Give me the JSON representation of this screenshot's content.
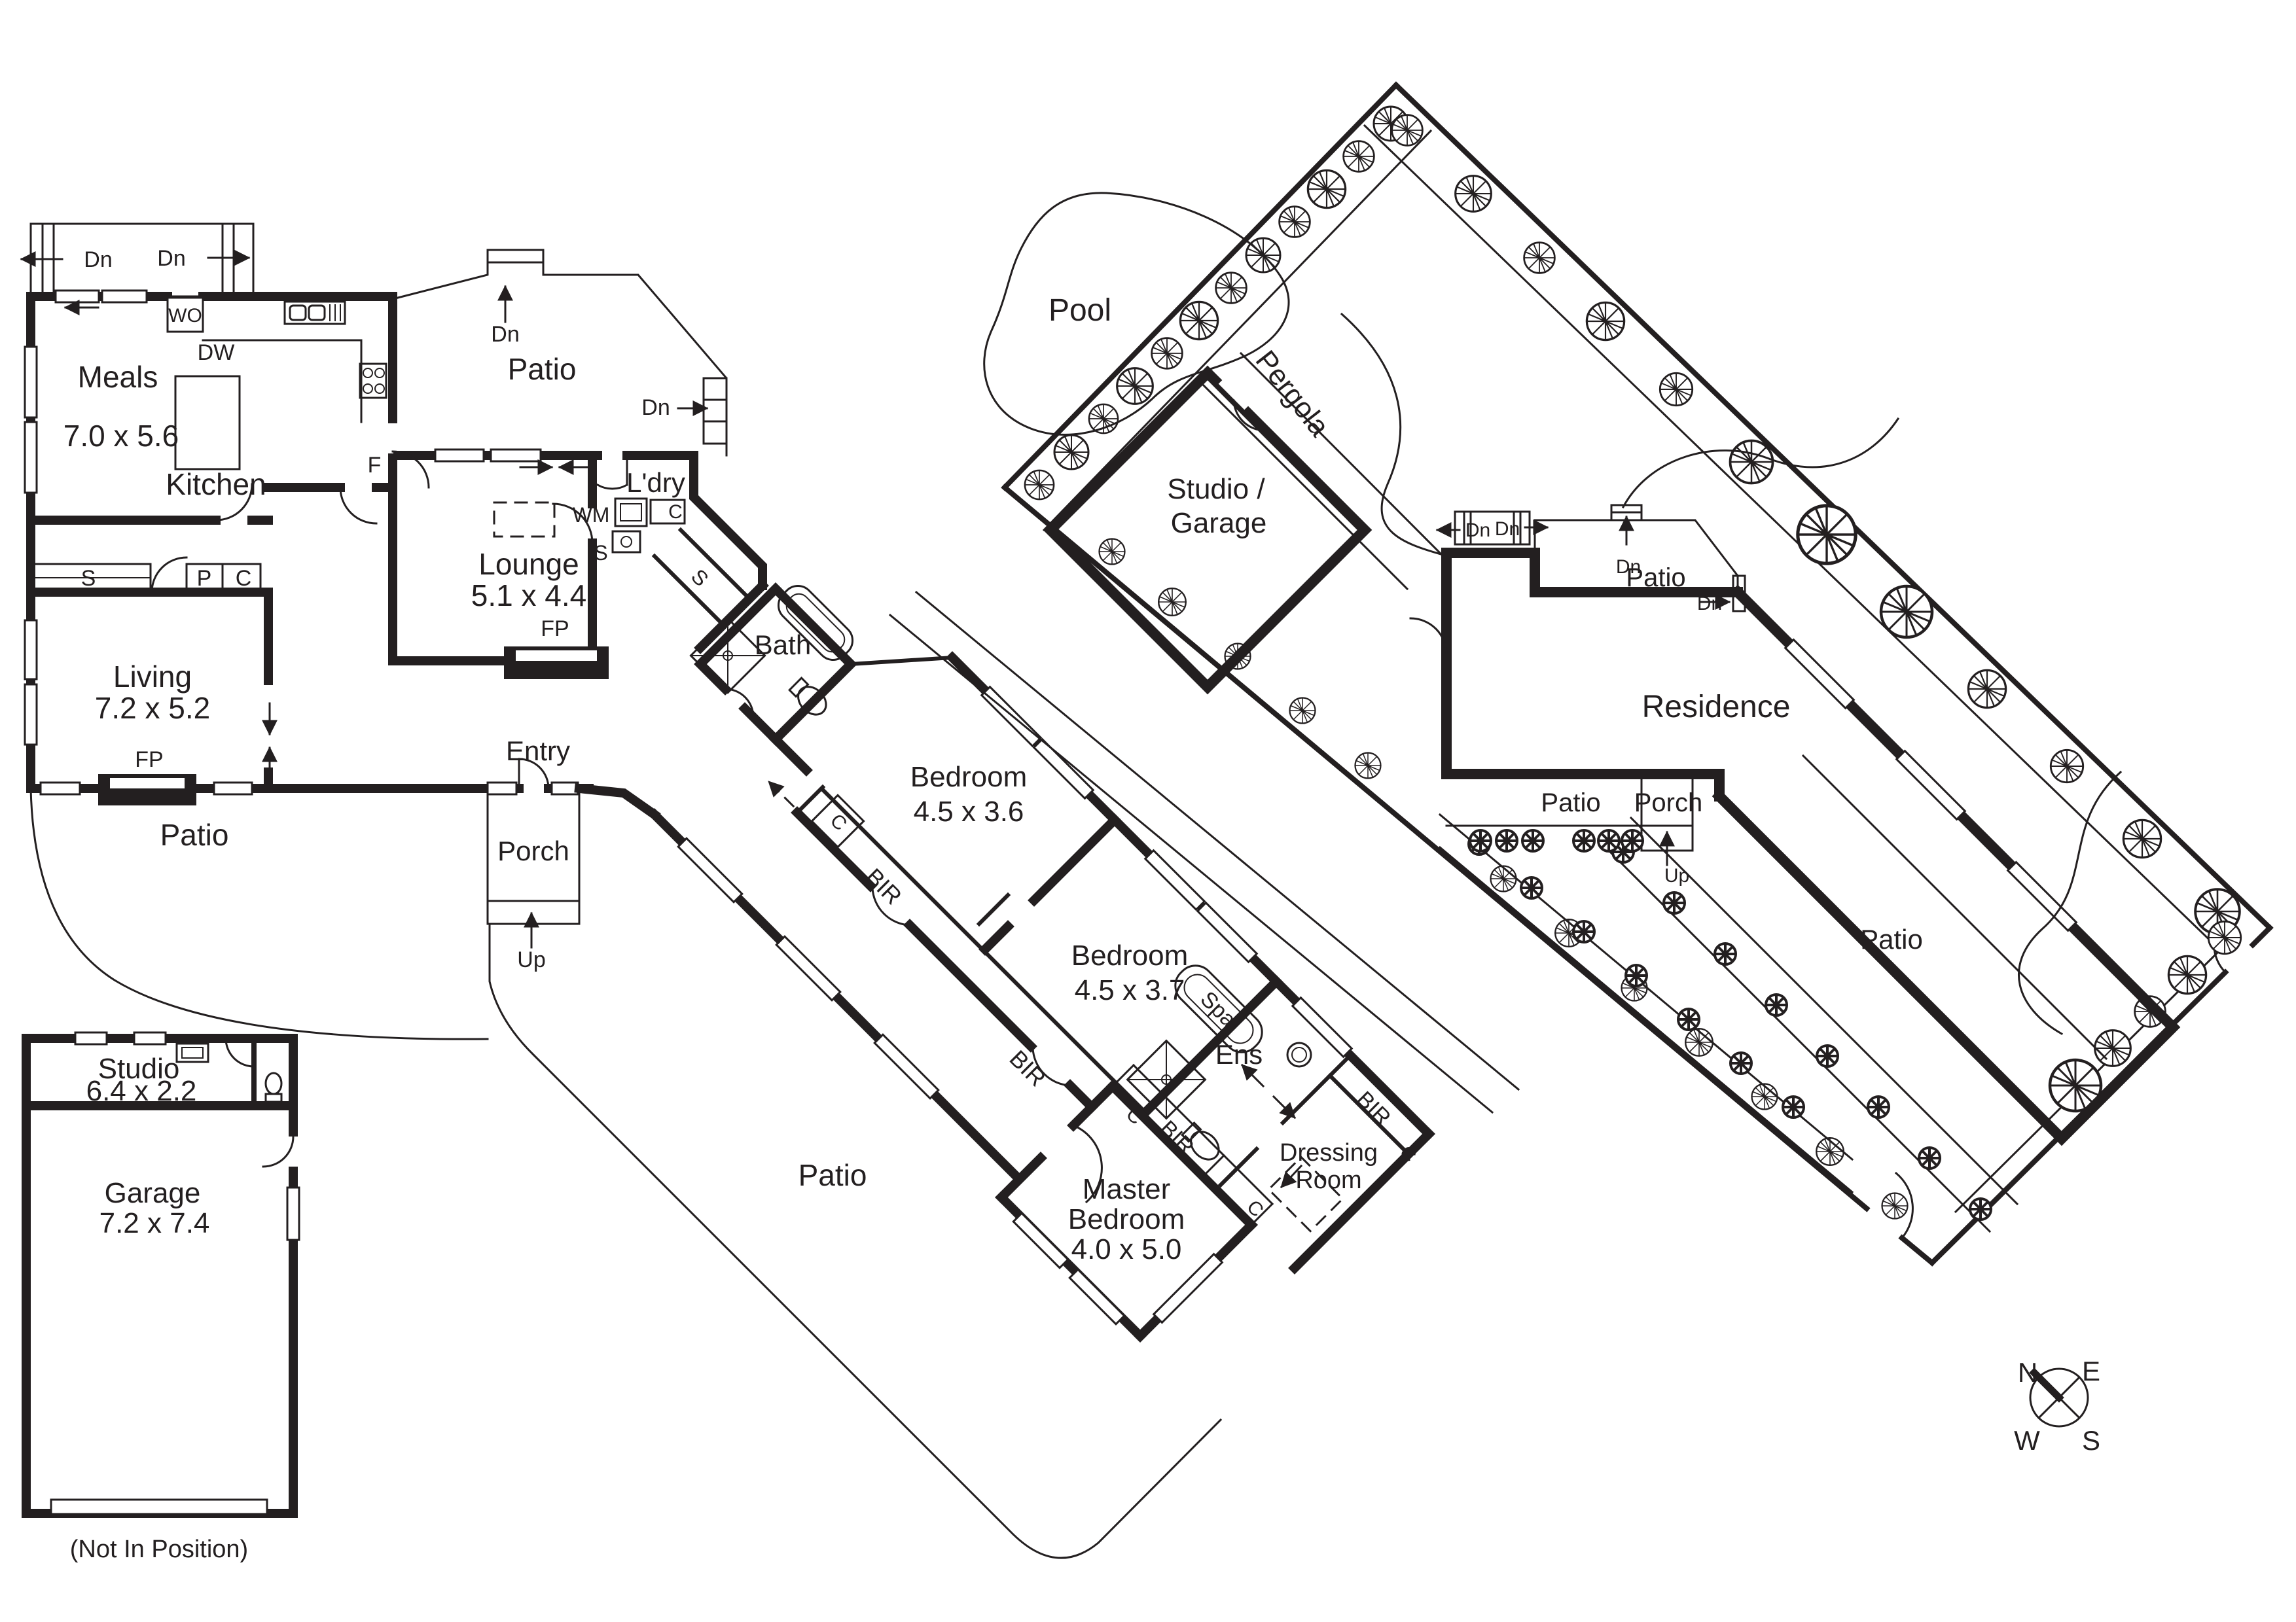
{
  "doc": {
    "type": "floorplan-site-plan"
  },
  "colors": {
    "ink": "#231f20",
    "paper": "#ffffff"
  },
  "terms": {
    "dn": "Dn",
    "up": "Up",
    "fp": "FP",
    "s": "S",
    "p": "P",
    "c": "C",
    "wm": "WM",
    "wo": "WO",
    "dw": "DW",
    "f": "F",
    "bir": "BIR",
    "spa": "Spa"
  },
  "main_floor": {
    "meals": {
      "name": "Meals",
      "dims": "7.0  x 5.6"
    },
    "kitchen": {
      "name": "Kitchen"
    },
    "lounge": {
      "name": "Lounge",
      "dims": "5.1 x 4.4"
    },
    "living": {
      "name": "Living",
      "dims": "7.2 x 5.2"
    },
    "entry": {
      "name": "Entry"
    },
    "porch": {
      "name": "Porch"
    },
    "laundry": {
      "name": "L'dry"
    },
    "bath": {
      "name": "Bath"
    },
    "bedroom1": {
      "name": "Bedroom",
      "dims": "4.5 x 3.6"
    },
    "bedroom2": {
      "name": "Bedroom",
      "dims": "4.5 x 3.7"
    },
    "ensuite": {
      "name": "Ens"
    },
    "dressing": {
      "line1": "Dressing",
      "line2": "Room"
    },
    "master": {
      "line1": "Master",
      "line2": "Bedroom",
      "dims": "4.0 x 5.0"
    },
    "patio_top": {
      "name": "Patio"
    },
    "patio_left": {
      "name": "Patio"
    },
    "patio_lower": {
      "name": "Patio"
    }
  },
  "site_plan": {
    "pool": {
      "name": "Pool"
    },
    "pergola": {
      "name": "Pergola"
    },
    "studio_garage": {
      "line1": "Studio /",
      "line2": "Garage"
    },
    "residence": {
      "name": "Residence"
    },
    "patio_upper": {
      "name": "Patio"
    },
    "patio_strip": {
      "name": "Patio"
    },
    "patio_right": {
      "name": "Patio"
    },
    "porch": {
      "name": "Porch"
    }
  },
  "outbuilding": {
    "studio": {
      "name": "Studio",
      "dims": "6.4 x 2.2"
    },
    "garage": {
      "name": "Garage",
      "dims": "7.2 x 7.4"
    },
    "note": "(Not In Position)"
  },
  "compass": {
    "n": "N",
    "e": "E",
    "s": "S",
    "w": "W"
  }
}
